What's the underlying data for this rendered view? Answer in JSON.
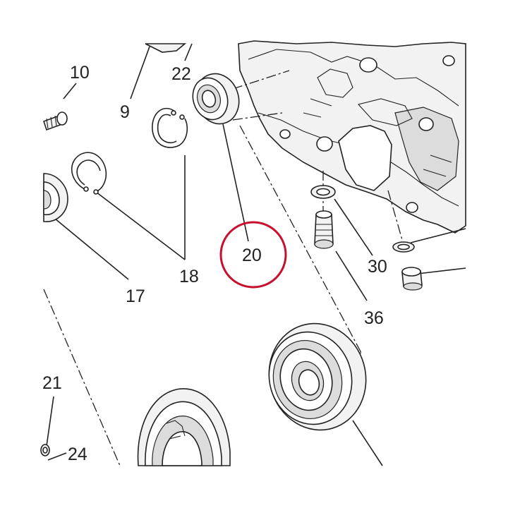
{
  "diagram": {
    "callouts": [
      "10",
      "22",
      "9",
      "18",
      "17",
      "20",
      "30",
      "36",
      "21",
      "24"
    ],
    "highlight_color": "#c8102e",
    "line_color": "#222222",
    "background": "#ffffff"
  }
}
